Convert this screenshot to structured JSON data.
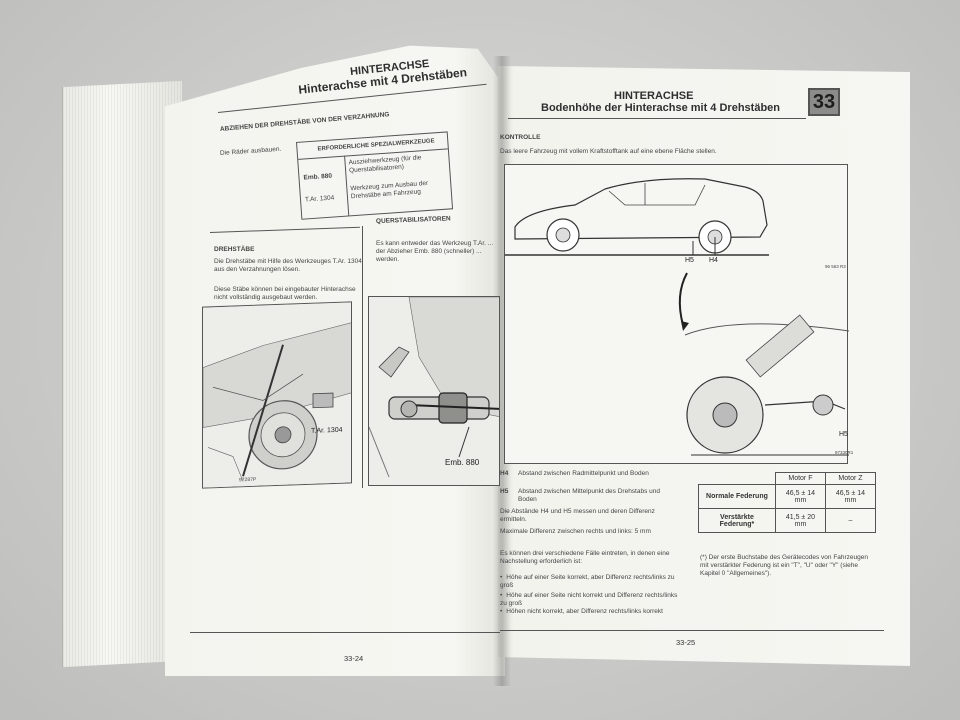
{
  "left_page": {
    "header": {
      "line1": "HINTERACHSE",
      "line2": "Hinterachse mit 4 Drehstäben"
    },
    "section1_title": "ABZIEHEN DER DREHSTÄBE VON DER VERZAHNUNG",
    "section1_text": "Die Räder ausbauen.",
    "tools_table": {
      "title": "ERFORDERLICHE SPEZIALWERKZEUGE",
      "rows": [
        {
          "code": "Emb. 880",
          "desc": "Ausziehwerkzeug (für die Querstabilisatoren)"
        },
        {
          "code": "T.Ar. 1304",
          "desc": "Werkzeug zum Ausbau der Drehstäbe am Fahrzeug"
        }
      ]
    },
    "drehstaebe": {
      "title": "DREHSTÄBE",
      "text1": "Die Drehstäbe mit Hilfe des Werkzeuges T.Ar. 1304 aus den Verzahnungen lösen.",
      "text2": "Diese Stäbe können bei eingebauter Hinterachse nicht vollständig ausgebaut werden."
    },
    "querstab": {
      "title": "QUERSTABILISATOREN",
      "text": "Es kann entweder das Werkzeug T.Ar. ... der Abzieher Emb. 880 (schneller) ... werden."
    },
    "photo1_label": "T.Ar. 1304",
    "photo1_ref": "97287P",
    "photo2_label": "Emb. 880",
    "page_number": "33-24"
  },
  "right_page": {
    "header": {
      "line1": "HINTERACHSE",
      "line2": "Bodenhöhe der Hinterachse mit 4 Drehstäben"
    },
    "chapter": "33",
    "kontrolle_title": "KONTROLLE",
    "kontrolle_text": "Das leere Fahrzeug mit vollem Kraftstofftank auf eine ebene Fläche stellen.",
    "car_labels": {
      "h5": "H5",
      "h4": "H4",
      "ref": "96 563 R3"
    },
    "detail_label": "H5",
    "detail_ref": "97330R1",
    "legend": [
      {
        "key": "H4",
        "text": "Abstand zwischen Radmittelpunkt und Boden"
      },
      {
        "key": "H5",
        "text": "Abstand zwischen Mittelpunkt des Drehstabs und Boden"
      }
    ],
    "para1": "Die Abstände H4 und H5 messen und deren Differenz ermitteln.",
    "para2": "Maximale Differenz zwischen rechts und links: 5 mm",
    "para3": "Es können drei verschiedene Fälle eintreten, in denen eine Nachstellung erforderlich ist:",
    "bullets": [
      "Höhe auf einer Seite korrekt, aber Differenz rechts/links zu groß",
      "Höhe auf einer Seite nicht korrekt und Differenz rechts/links zu groß",
      "Höhen nicht korrekt, aber Differenz rechts/links korrekt"
    ],
    "spec_table": {
      "headers": [
        "Motor F",
        "Motor Z"
      ],
      "rows": [
        {
          "label": "Normale Federung",
          "f": "46,5 ± 14 mm",
          "z": "46,5 ± 14 mm"
        },
        {
          "label": "Verstärkte Federung*",
          "f": "41,5 ± 20 mm",
          "z": "–"
        }
      ]
    },
    "footnote": "(*) Der erste Buchstabe des Gerätecodes von Fahrzeugen mit verstärkter Federung ist ein \"T\", \"U\" oder \"Y\" (siehe Kapitel 0 \"Allgemeines\").",
    "page_number": "33-25"
  }
}
